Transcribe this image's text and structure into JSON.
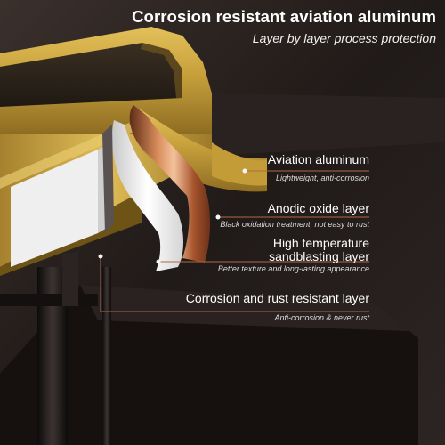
{
  "header": {
    "title": "Corrosion resistant aviation aluminum",
    "subtitle": "Layer by layer process protection"
  },
  "layers": [
    {
      "name": "Aviation aluminum",
      "description": "Lightweight, anti-corrosion"
    },
    {
      "name": "Anodic oxide layer",
      "description": "Black oxidation treatment, not easy to rust"
    },
    {
      "name_line1": "High temperature",
      "name_line2": "sandblasting layer",
      "description": "Better texture and long-lasting appearance"
    },
    {
      "name": "Corrosion and rust resistant layer",
      "description": "Anti-corrosion & never rust"
    }
  ],
  "colors": {
    "background": "#2a2321",
    "gold_frame": "#c9a23f",
    "copper_layer": "#b8683c",
    "white_layer": "#f1f1f1",
    "callout_line": "#b06a45"
  }
}
